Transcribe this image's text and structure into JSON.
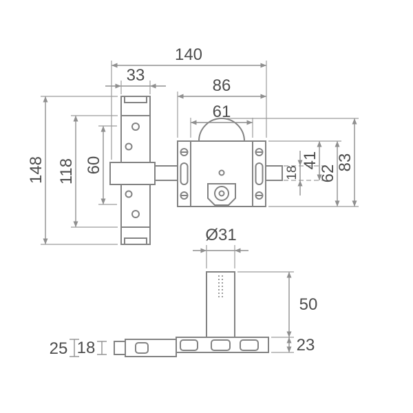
{
  "colors": {
    "background": "#ffffff",
    "line": "#8a8a8a",
    "text": "#4d4d4d"
  },
  "front_view": {
    "dims": {
      "total_width": "140",
      "plate_width": "33",
      "body_width": "86",
      "inner_width": "61",
      "plate_height": "148",
      "inner_height": "118",
      "hole_spacing": "60",
      "bolt_thickness": "18",
      "bolt_offset": "41",
      "body_height": "62",
      "total_height": "83"
    }
  },
  "bottom_view": {
    "dims": {
      "cylinder_diameter": "Ø31",
      "cylinder_height": "50",
      "base_thickness": "23",
      "bar_height": "25",
      "end_cap_height": "18"
    }
  }
}
